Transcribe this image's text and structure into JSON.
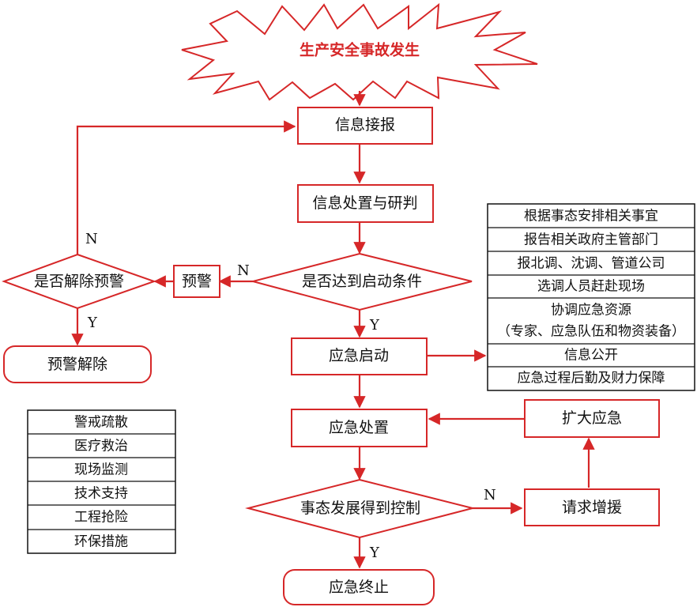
{
  "colors": {
    "accent": "#d62728",
    "text": "#111111",
    "background": "#ffffff"
  },
  "start": {
    "label": "生产安全事故发生"
  },
  "nodes": {
    "info_receive": "信息接报",
    "info_judge": "信息处置与研判",
    "condition_decision": "是否达到启动条件",
    "warning": "预警",
    "lift_warning_decision": "是否解除预警",
    "warning_lifted": "预警解除",
    "emergency_start": "应急启动",
    "emergency_handle": "应急处置",
    "expand_emergency": "扩大应急",
    "control_decision": "事态发展得到控制",
    "request_support": "请求增援",
    "emergency_end": "应急终止"
  },
  "edge_labels": {
    "condition_no": "N",
    "condition_yes": "Y",
    "lift_no": "N",
    "lift_yes": "Y",
    "control_no": "N",
    "control_yes": "Y"
  },
  "startup_actions": [
    "根据事态安排相关事宜",
    "报告相关政府主管部门",
    "报北调、沈调、管道公司",
    "选调人员赶赴现场",
    "协调应急资源",
    "（专家、应急队伍和物资装备）",
    "信息公开",
    "应急过程后勤及财力保障"
  ],
  "field_measures": [
    "警戒疏散",
    "医疗救治",
    "现场监测",
    "技术支持",
    "工程抢险",
    "环保措施"
  ]
}
